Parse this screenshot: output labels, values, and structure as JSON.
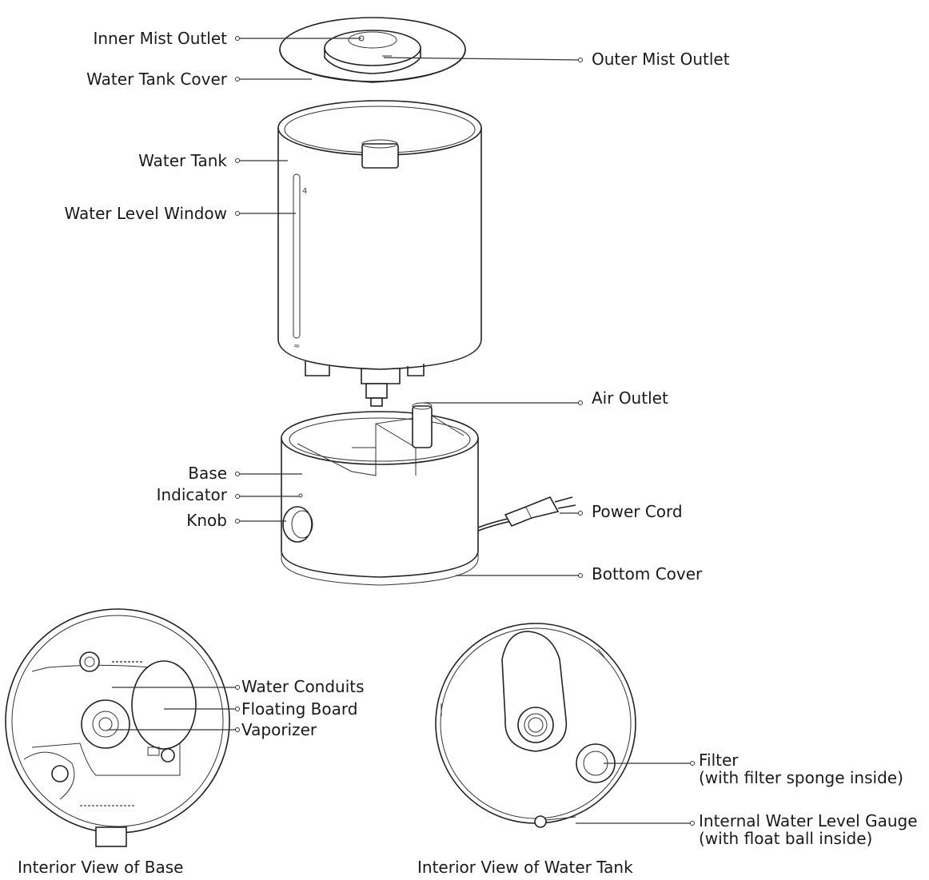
{
  "labels": {
    "inner_mist_outlet": "Inner Mist Outlet",
    "outer_mist_outlet": "Outer Mist Outlet",
    "water_tank_cover": "Water Tank Cover",
    "water_tank": "Water Tank",
    "water_level_window": "Water Level Window",
    "air_outlet": "Air Outlet",
    "base": "Base",
    "indicator": "Indicator",
    "knob": "Knob",
    "power_cord": "Power Cord",
    "bottom_cover": "Bottom Cover",
    "water_conduits": "Water Conduits",
    "floating_board": "Floating Board",
    "vaporizer": "Vaporizer",
    "filter_line1": "Filter",
    "filter_line2": "(with filter sponge inside)",
    "gauge_line1": "Internal Water Level Gauge",
    "gauge_line2": "(with float ball inside)"
  },
  "captions": {
    "base_view": "Interior View of Base",
    "tank_view": "Interior View of Water Tank"
  }
}
